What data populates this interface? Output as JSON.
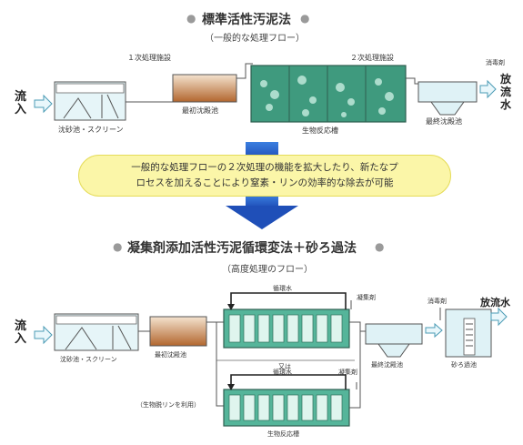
{
  "top": {
    "title": "標準活性汚泥法",
    "subtitle": "（一般的な処理フロー）",
    "inflow": "流入",
    "outflow": "放流水",
    "disinfect": "消毒剤",
    "primary_facility": "１次処理施設",
    "secondary_facility": "２次処理施設",
    "grit_screen": "沈砂池・スクリーン",
    "first_settling": "最初沈殿池",
    "bio_tank": "生物反応槽",
    "final_settling": "最終沈殿池"
  },
  "note": {
    "line1": "一般的な処理フローの２次処理の機能を拡大したり、新たなプ",
    "line2": "ロセスを加えることにより窒素・リンの効率的な除去が可能"
  },
  "bottom": {
    "title": "凝集剤添加活性汚泥循環変法＋砂ろ過法",
    "subtitle": "（高度処理のフロー）",
    "inflow": "流入",
    "outflow": "放流水",
    "disinfect": "消毒剤",
    "coagulant_top": "凝集剤",
    "coagulant_mid": "凝集剤",
    "circulation_top": "循環水",
    "circulation_mid": "循環水",
    "or_label": "又は",
    "grit_screen": "沈砂池・スクリーン",
    "first_settling": "最初沈殿池",
    "final_settling": "最終沈殿池",
    "sand_filter": "砂ろ過池",
    "bio_tank": "生物反応槽",
    "bio_phosphorus": "（生物脱リンを利用）"
  },
  "colors": {
    "arrow_blue": "#1f5fc8",
    "water_light": "#dff2f6",
    "bio_green": "#3f9a7e",
    "sludge_brown": "#b2662e",
    "note_fill": "#fbf6a8"
  }
}
